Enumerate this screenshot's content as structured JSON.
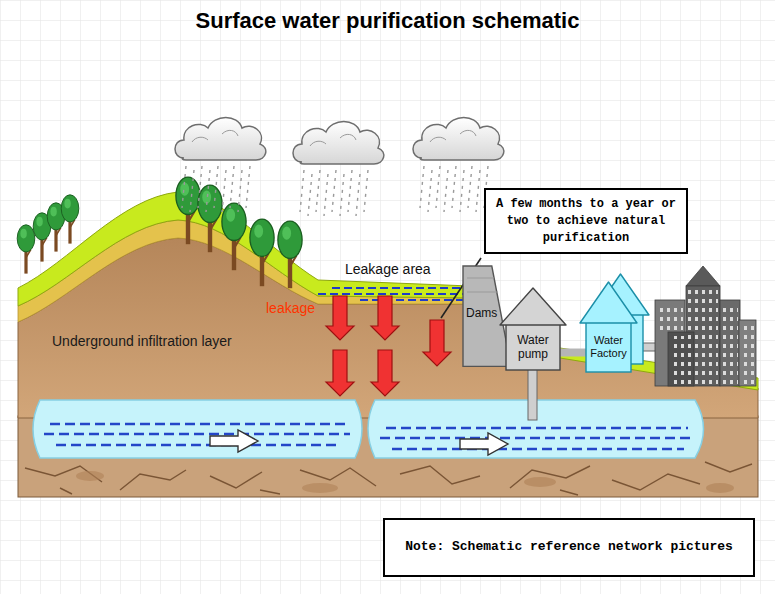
{
  "diagram": {
    "title": "Surface water purification schematic",
    "nodes": [
      {
        "text": [
          "A few months to a year or two to achieve natural purification"
        ]
      },
      {
        "text": [
          "Dams"
        ]
      },
      {
        "text": [
          "Water pump"
        ]
      },
      {
        "text": [
          "Water Factory"
        ]
      },
      {
        "text": [
          "Note: Schematic reference network pictures"
        ]
      }
    ],
    "edges": [
      {
        "from": 2,
        "to": 3,
        "arrow": "none"
      }
    ],
    "labels": [
      "Leakage area",
      "leakage",
      "Underground infiltration layer"
    ]
  }
}
